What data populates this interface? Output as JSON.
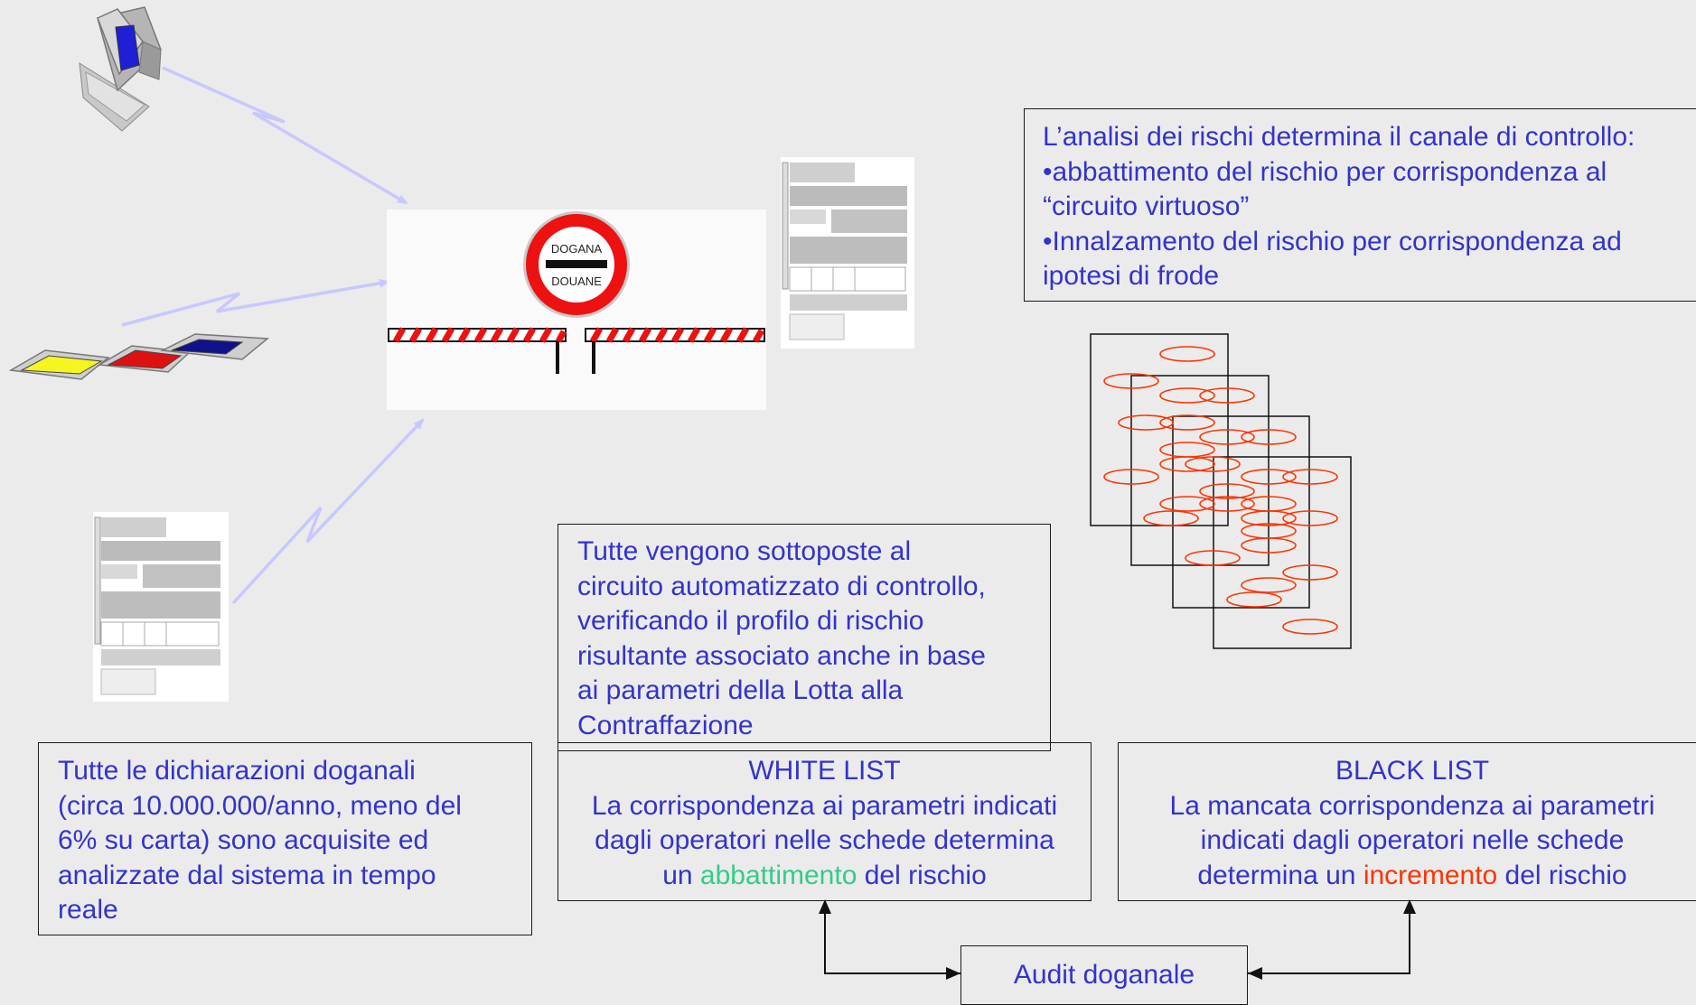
{
  "sign": {
    "top_text": "DOGANA",
    "bottom_text": "DOUANE"
  },
  "risk_box": {
    "lines": [
      "L’analisi dei rischi determina il canale di controllo:",
      "•abbattimento del rischio per corrispondenza al",
      "“circuito virtuoso”",
      "•Innalzamento del rischio per corrispondenza ad",
      "ipotesi di frode"
    ]
  },
  "auto_box": {
    "lines": [
      "Tutte vengono sottoposte al",
      "circuito automatizzato di controllo,",
      "verificando il profilo di rischio",
      "risultante associato anche in base",
      "ai parametri della Lotta alla",
      "Contraffazione"
    ]
  },
  "declarations_box": {
    "lines": [
      "Tutte le dichiarazioni doganali",
      "(circa 10.000.000/anno, meno del",
      "6% su carta) sono  acquisite ed",
      "analizzate dal sistema in tempo",
      "reale"
    ]
  },
  "white_list": {
    "title": "WHITE LIST",
    "line1": "La corrispondenza ai parametri indicati",
    "line2": "dagli operatori nelle schede determina",
    "pre": "un ",
    "highlight": "abbattimento",
    "post": " del rischio",
    "highlight_color": "#33cc88"
  },
  "black_list": {
    "title": "BLACK LIST",
    "line1": "La mancata corrispondenza ai parametri",
    "line2": "indicati dagli operatori nelle schede",
    "pre": "determina un ",
    "highlight": "incremento",
    "post": " del rischio",
    "highlight_color": "#ff3300"
  },
  "audit": {
    "label": "Audit doganale"
  },
  "colors": {
    "text": "#3333cc",
    "background": "#ebebeb",
    "arrow": "#c8c8ff",
    "ellipse": "#ff3300",
    "barrier_red": "#ee1111"
  },
  "icons": [
    "computer-icon",
    "diskettes-icon",
    "paper-form-icon",
    "customs-barrier-icon",
    "risk-sheets-icon"
  ]
}
